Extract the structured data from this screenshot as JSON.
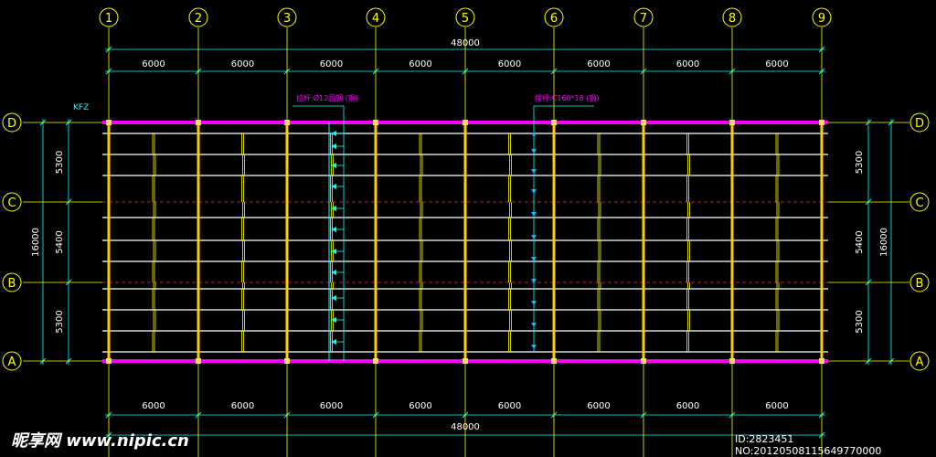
{
  "drawing": {
    "column_grid_labels": [
      "1",
      "2",
      "3",
      "4",
      "5",
      "6",
      "7",
      "8",
      "9"
    ],
    "row_grid_labels": [
      "D",
      "C",
      "B",
      "A"
    ],
    "span_label": "6000",
    "total_length_label": "48000",
    "row_spacings": [
      "5300",
      "5400",
      "5300"
    ],
    "total_width_label": "16000",
    "column_tag": "KFZ",
    "tie_rod_label": "拉杆:Ø12圆钢 (钢)",
    "brace_label": "撑杆:C160*18 (钢)",
    "colors": {
      "grid": "#ffff00",
      "dimension": "#00ffff",
      "rafter": "#ff00ff",
      "purlin": "#ffffff",
      "column": "#ffcc00",
      "brace": "#00bfff"
    }
  },
  "watermark": {
    "brand": "昵享网 www.nipic.cn",
    "id_text": "ID:2823451 NO:20120508115649770000"
  }
}
